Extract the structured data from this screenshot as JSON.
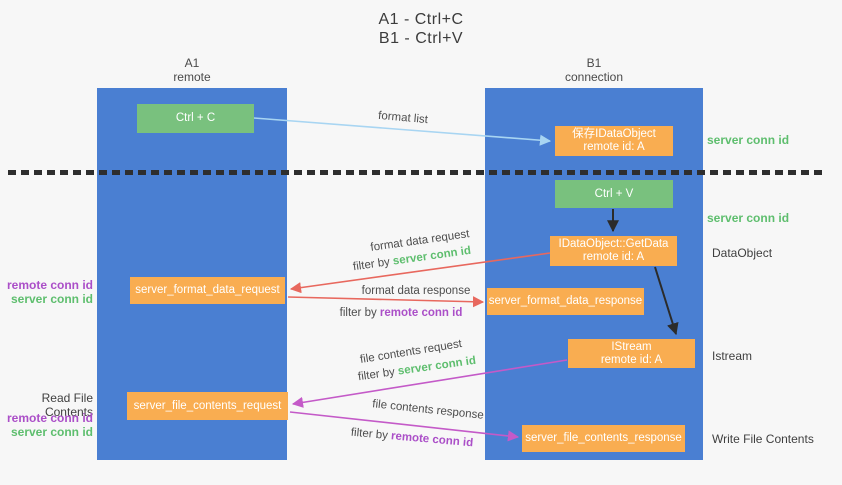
{
  "title": {
    "line1": "A1 - Ctrl+C",
    "line2": "B1 - Ctrl+V"
  },
  "columns": {
    "left": {
      "header_line1": "A1",
      "header_line2": "remote"
    },
    "right": {
      "header_line1": "B1",
      "header_line2": "connection"
    }
  },
  "boxes": {
    "ctrl_c": "Ctrl + C",
    "ctrl_v": "Ctrl + V",
    "save_dataobject_line1": "保存IDataObject",
    "save_dataobject_line2": "remote id: A",
    "getdata_line1": "IDataObject::GetData",
    "getdata_line2": "remote id: A",
    "istream_line1": "IStream",
    "istream_line2": "remote id: A",
    "format_request": "server_format_data_request",
    "format_response": "server_format_data_response",
    "file_request": "server_file_contents_request",
    "file_response": "server_file_contents_response"
  },
  "arrow_labels": {
    "format_list": "format list",
    "format_data_request": "format data request",
    "format_data_response": "format data response",
    "file_contents_request": "file contents request",
    "file_contents_response": "file contents response",
    "filter_by": "filter by ",
    "server_conn_id": "server conn id",
    "remote_conn_id": "remote conn id"
  },
  "side_labels": {
    "server_conn_id_top": "server conn id",
    "server_conn_id_mid": "server conn id",
    "dataobject": "DataObject",
    "istream": "Istream",
    "write_file_contents": "Write File Contents",
    "read_file_contents": "Read File Contents",
    "remote_conn_id": "remote conn id",
    "server_conn_id": "server conn id"
  },
  "colors": {
    "column_blue": "#4a7fd2",
    "box_orange": "#f9ad51",
    "box_green": "#79c17e",
    "text_green": "#5ebe6e",
    "text_purple": "#ab4fc8",
    "arrow_red": "#e8685e",
    "arrow_magenta": "#c45ac8",
    "arrow_lightblue": "#a8d5f2",
    "arrow_black": "#2b2b2b",
    "background": "#f7f7f7"
  }
}
